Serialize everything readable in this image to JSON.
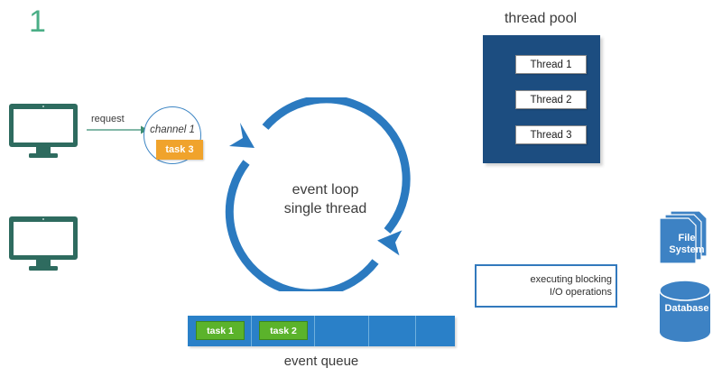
{
  "diagram": {
    "step_number": "1",
    "colors": {
      "monitor_teal": "#2e6b5f",
      "loop_blue": "#2b7ac0",
      "thread_pool_navy": "#1c4d80",
      "queue_blue": "#2a80c8",
      "task_green": "#5bb32b",
      "task_orange": "#f0a32c",
      "file_db_blue": "#3d82c4",
      "step_number_green": "#4aae86"
    },
    "clients": [
      {
        "name": "client-monitor-1"
      },
      {
        "name": "client-monitor-2"
      }
    ],
    "request": {
      "label": "request"
    },
    "channel": {
      "label": "channel 1",
      "task_badge": "task 3"
    },
    "event_loop": {
      "line1": "event loop",
      "line2": "single thread"
    },
    "thread_pool": {
      "title": "thread pool",
      "threads": [
        {
          "label": "Thread 1"
        },
        {
          "label": "Thread 2"
        },
        {
          "label": "Thread 3"
        }
      ]
    },
    "blocking_io": {
      "line1": "executing blocking",
      "line2": "I/O operations"
    },
    "event_queue": {
      "label": "event queue",
      "cells": 5,
      "tasks": [
        {
          "label": "task 1"
        },
        {
          "label": "task 2"
        }
      ]
    },
    "storage": [
      {
        "name": "file-system",
        "line1": "File",
        "line2": "System"
      },
      {
        "name": "database",
        "line1": "Database",
        "line2": ""
      }
    ]
  }
}
